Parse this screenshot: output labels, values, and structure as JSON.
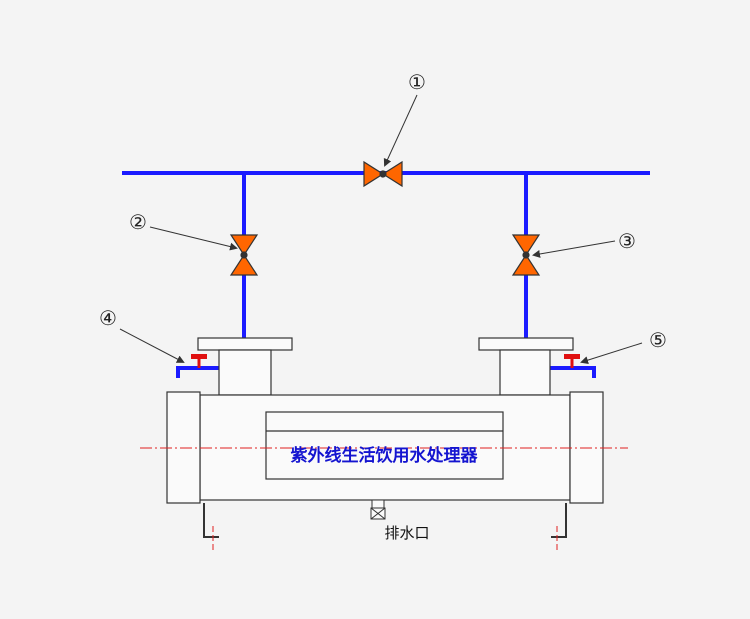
{
  "diagram": {
    "device_label": "紫外线生活饮用水处理器",
    "drain_label": "排水口",
    "callouts": {
      "c1": "①",
      "c2": "②",
      "c3": "③",
      "c4": "④",
      "c5": "⑤"
    },
    "colors": {
      "pipe": "#1a1aff",
      "valve": "#ff6600",
      "handle": "#e01010",
      "outline": "#333333",
      "centerline": "#e02020",
      "label": "#1414d0"
    }
  }
}
